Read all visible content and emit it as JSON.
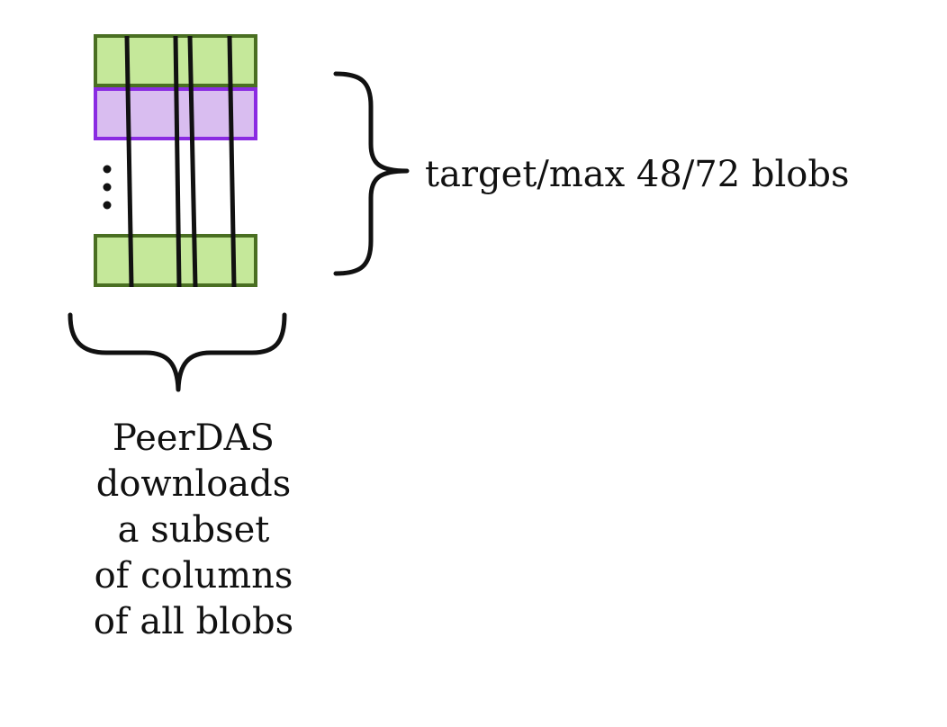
{
  "right_label": "target/max 48/72 blobs",
  "bottom_label_lines": [
    "PeerDAS",
    "downloads",
    "a subset",
    "of columns",
    "of all blobs"
  ],
  "colors": {
    "green_fill": "#c5e89a",
    "green_stroke": "#4a6f22",
    "purple_fill": "#d9bdf0",
    "purple_stroke": "#8a2be2",
    "ink": "#111111"
  }
}
